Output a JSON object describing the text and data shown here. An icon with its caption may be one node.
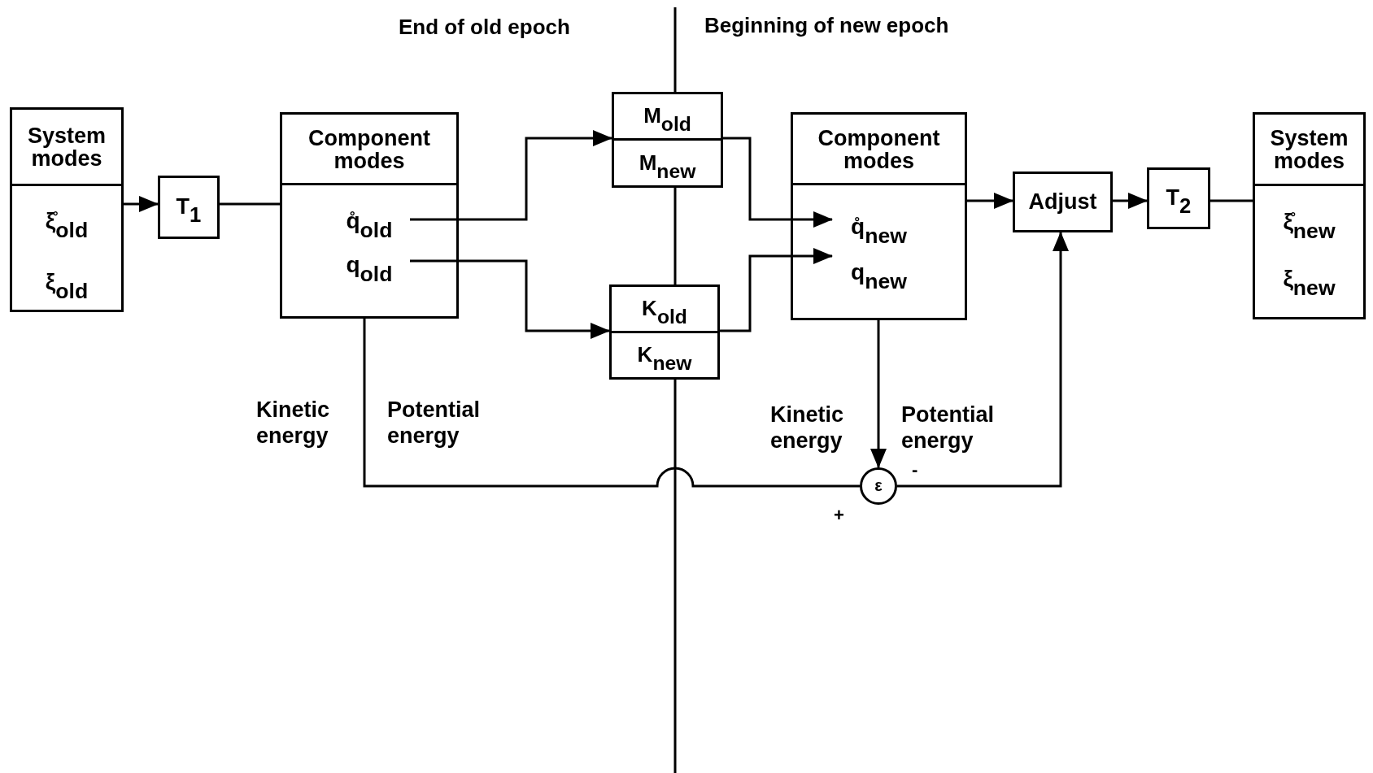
{
  "diagram": {
    "nodes": [
      {
        "text": [
          "System modes",
          "ξ̊$_{old}$",
          "ξ$_{old}$"
        ]
      },
      {
        "text": [
          "T$_{1}$"
        ]
      },
      {
        "text": [
          "Component modes",
          "q̊$_{old}$",
          "q$_{old}$"
        ]
      },
      {
        "text": [
          "M$_{old}$",
          "M$_{new}$"
        ]
      },
      {
        "text": [
          "K$_{old}$",
          "K$_{new}$"
        ]
      },
      {
        "text": [
          "Component modes",
          "q̊$_{new}$",
          "q$_{new}$"
        ]
      },
      {
        "text": [
          "Adjust"
        ]
      },
      {
        "text": [
          "T$_{2}$"
        ]
      },
      {
        "text": [
          "System modes",
          "ξ̊$_{new}$",
          "ξ$_{new}$"
        ]
      },
      {
        "text": [
          "ε"
        ],
        "beside": [
          "+",
          "-"
        ]
      }
    ],
    "edges": [
      {
        "from": 0,
        "to": 1,
        "arrow": "to"
      },
      {
        "from": 1,
        "to": 2,
        "arrow": "none"
      },
      {
        "from": 2,
        "to": 3,
        "arrow": "to"
      },
      {
        "from": 2,
        "to": 4,
        "arrow": "to"
      },
      {
        "from": 3,
        "to": 5,
        "arrow": "to"
      },
      {
        "from": 4,
        "to": 5,
        "arrow": "to"
      },
      {
        "from": 5,
        "to": 6,
        "arrow": "to"
      },
      {
        "from": 6,
        "to": 7,
        "arrow": "to"
      },
      {
        "from": 7,
        "to": 8,
        "arrow": "none"
      },
      {
        "from": 5,
        "to": 9,
        "arrow": "to"
      },
      {
        "from": 2,
        "to": 9,
        "arrow": "none"
      },
      {
        "from": 9,
        "to": 6,
        "arrow": "to"
      }
    ],
    "labels": [
      "End of old epoch",
      "Beginning of new epoch",
      "Kinetic energy",
      "Potential energy",
      "Kinetic energy",
      "Potential energy"
    ]
  }
}
